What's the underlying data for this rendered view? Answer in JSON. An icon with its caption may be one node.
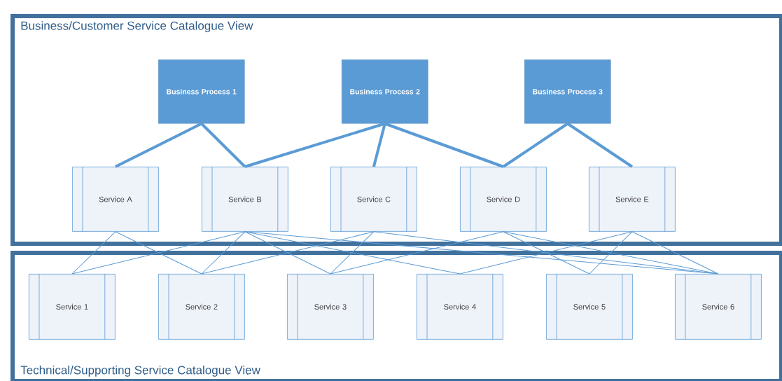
{
  "diagram": {
    "nodes": [
      {
        "text": [
          "Business/Customer Service Catalogue View"
        ]
      },
      {
        "text": [
          "Technical/Supporting Service Catalogue View"
        ]
      },
      {
        "text": [
          "Business Process 1"
        ],
        "in": 0
      },
      {
        "text": [
          "Business Process 2"
        ],
        "in": 0
      },
      {
        "text": [
          "Business Process 3"
        ],
        "in": 0
      },
      {
        "text": [
          "Service A"
        ],
        "in": 0
      },
      {
        "text": [
          "Service B"
        ],
        "in": 0
      },
      {
        "text": [
          "Service C"
        ],
        "in": 0
      },
      {
        "text": [
          "Service D"
        ],
        "in": 0
      },
      {
        "text": [
          "Service E"
        ],
        "in": 0
      },
      {
        "text": [
          "Service 1"
        ],
        "in": 1
      },
      {
        "text": [
          "Service 2"
        ],
        "in": 1
      },
      {
        "text": [
          "Service 3"
        ],
        "in": 1
      },
      {
        "text": [
          "Service 4"
        ],
        "in": 1
      },
      {
        "text": [
          "Service 5"
        ],
        "in": 1
      },
      {
        "text": [
          "Service 6"
        ],
        "in": 1
      }
    ],
    "edges": [
      {
        "from": 2,
        "to": 5,
        "arrow": "none",
        "style": "thick"
      },
      {
        "from": 2,
        "to": 6,
        "arrow": "none",
        "style": "thick"
      },
      {
        "from": 3,
        "to": 6,
        "arrow": "none",
        "style": "thick"
      },
      {
        "from": 3,
        "to": 7,
        "arrow": "none",
        "style": "thick"
      },
      {
        "from": 3,
        "to": 8,
        "arrow": "none",
        "style": "thick"
      },
      {
        "from": 4,
        "to": 8,
        "arrow": "none",
        "style": "thick"
      },
      {
        "from": 4,
        "to": 9,
        "arrow": "none",
        "style": "thick"
      },
      {
        "from": 5,
        "to": 10,
        "arrow": "none"
      },
      {
        "from": 5,
        "to": 11,
        "arrow": "none"
      },
      {
        "from": 6,
        "to": 10,
        "arrow": "none"
      },
      {
        "from": 6,
        "to": 11,
        "arrow": "none"
      },
      {
        "from": 6,
        "to": 12,
        "arrow": "none"
      },
      {
        "from": 6,
        "to": 13,
        "arrow": "none"
      },
      {
        "from": 6,
        "to": 15,
        "arrow": "none"
      },
      {
        "from": 7,
        "to": 11,
        "arrow": "none"
      },
      {
        "from": 7,
        "to": 12,
        "arrow": "none"
      },
      {
        "from": 7,
        "to": 15,
        "arrow": "none"
      },
      {
        "from": 8,
        "to": 12,
        "arrow": "none"
      },
      {
        "from": 8,
        "to": 14,
        "arrow": "none"
      },
      {
        "from": 8,
        "to": 15,
        "arrow": "none"
      },
      {
        "from": 9,
        "to": 13,
        "arrow": "none"
      },
      {
        "from": 9,
        "to": 14,
        "arrow": "none"
      },
      {
        "from": 9,
        "to": 15,
        "arrow": "none"
      }
    ]
  }
}
